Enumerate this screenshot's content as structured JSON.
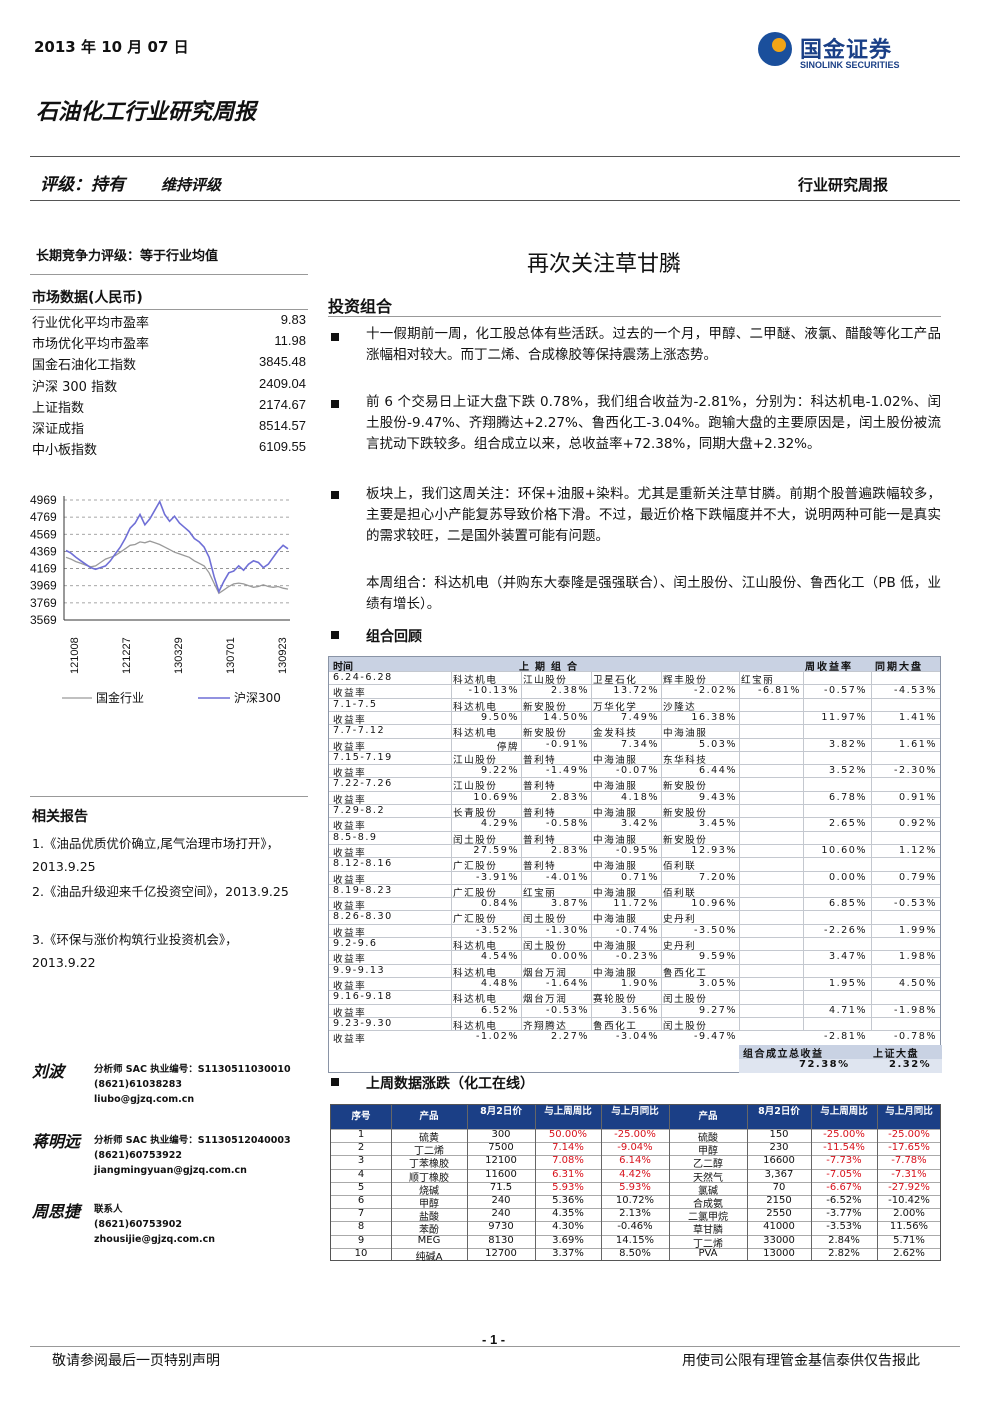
{
  "header": {
    "date": "2013 年 10 月 07 日",
    "logo_cn": "国金证券",
    "logo_en": "SINOLINK SECURITIES",
    "report_title": "石油化工行业研究周报",
    "rating_label": "评级：持有",
    "rating_action": "维持评级",
    "report_type": "行业研究周报"
  },
  "left": {
    "long_term": "长期竞争力评级：等于行业均值",
    "market_title": "市场数据(人民币)",
    "market": [
      {
        "name": "行业优化平均市盈率",
        "value": "9.83"
      },
      {
        "name": "市场优化平均市盈率",
        "value": "11.98"
      },
      {
        "name": "国金石油化工指数",
        "value": "3845.48"
      },
      {
        "name": "沪深 300 指数",
        "value": "2409.04"
      },
      {
        "name": "上证指数",
        "value": "2174.67"
      },
      {
        "name": "深证成指",
        "value": "8514.57"
      },
      {
        "name": "中小板指数",
        "value": "6109.55"
      }
    ],
    "related_title": "相关报告",
    "related": [
      "1.《油品优质优价确立,尾气治理市场打开》，2013.9.25",
      "2.《油品升级迎来千亿投资空间》，2013.9.25",
      "3.《环保与涨价构筑行业投资机会》，2013.9.22"
    ],
    "analysts": [
      {
        "name": "刘波",
        "line1": "分析师 SAC 执业编号：S1130511030010",
        "line2": "(8621)61038283",
        "line3": "liubo@gjzq.com.cn"
      },
      {
        "name": "蒋明远",
        "line1": "分析师 SAC 执业编号：S1130512040003",
        "line2": "(8621)60753922",
        "line3": "jiangmingyuan@gjzq.com.cn"
      },
      {
        "name": "周思捷",
        "line1": "联系人",
        "line2": "(8621)60753902",
        "line3": "zhousijie@gjzq.com.cn"
      }
    ]
  },
  "chart_data": {
    "type": "line",
    "ylim": [
      3569,
      4969
    ],
    "yticks": [
      "4969",
      "4769",
      "4569",
      "4369",
      "4169",
      "3969",
      "3769",
      "3569"
    ],
    "xticks": [
      "121008",
      "121227",
      "130329",
      "130701",
      "130923"
    ],
    "series": [
      {
        "name": "国金行业",
        "color": "#9a9a9a",
        "values": [
          4300,
          4280,
          4250,
          4230,
          4210,
          4190,
          4200,
          4240,
          4280,
          4300,
          4320,
          4360,
          4400,
          4440,
          4450,
          4480,
          4470,
          4490,
          4470,
          4450,
          4420,
          4390,
          4360,
          4340,
          4320,
          4300,
          4260,
          4230,
          4200,
          4120,
          4000,
          3880,
          3920,
          3960,
          3990,
          4000,
          3990,
          3970,
          3950,
          3960,
          3980,
          3960,
          3950,
          3960,
          3940,
          3930
        ]
      },
      {
        "name": "沪深300",
        "color": "#6f6fd6",
        "values": [
          4380,
          4350,
          4300,
          4260,
          4220,
          4180,
          4160,
          4180,
          4200,
          4260,
          4340,
          4420,
          4520,
          4640,
          4700,
          4800,
          4680,
          4750,
          4850,
          4950,
          4800,
          4720,
          4780,
          4700,
          4650,
          4600,
          4520,
          4480,
          4420,
          4300,
          4080,
          3900,
          4020,
          4120,
          4140,
          4200,
          4150,
          4220,
          4260,
          4240,
          4180,
          4220,
          4300,
          4380,
          4440,
          4400
        ]
      }
    ]
  },
  "main": {
    "title": "再次关注草甘膦",
    "portfolio_heading": "投资组合",
    "paras": [
      "十一假期前一周，化工股总体有些活跃。过去的一个月，甲醇、二甲醚、液氯、醋酸等化工产品涨幅相对较大。而丁二烯、合成橡胶等保持震荡上涨态势。",
      "前 6 个交易日上证大盘下跌 0.78%，我们组合收益为-2.81%，分别为：科达机电-1.02%、闰土股份-9.47%、齐翔腾达+2.27%、鲁西化工-3.04%。跑输大盘的主要原因是，闰土股份被流言扰动下跌较多。组合成立以来，总收益率+72.38%，同期大盘+2.32%。",
      "板块上，我们这周关注：环保+油服+染料。尤其是重新关注草甘膦。前期个股普遍跌幅较多，主要是担心小产能复苏导致价格下滑。不过，最近价格下跌幅度并不大，说明两种可能一是真实的需求较旺，二是国外装置可能有问题。",
      "本周组合：科达机电（并购东大泰隆是强强联合）、闰土股份、江山股份、鲁西化工（PB 低，业绩有增长）。"
    ],
    "review_heading": "组合回顾",
    "updown_heading": "上周数据涨跌（化工在线）"
  },
  "review_table": {
    "headers": {
      "time": "时间",
      "last": "上期组合",
      "weekly": "周收益率",
      "market": "同期大盘"
    },
    "rows": [
      {
        "a": "6.24-6.28",
        "b": [
          "科达机电",
          "江山股份",
          "卫星石化",
          "辉丰股份",
          "红宝丽"
        ],
        "w": "",
        "m": ""
      },
      {
        "a": "收益率",
        "b": [
          "-10.13%",
          "2.38%",
          "13.72%",
          "-2.02%",
          "-6.81%"
        ],
        "w": "-0.57%",
        "m": "-4.53%"
      },
      {
        "a": "7.1-7.5",
        "b": [
          "科达机电",
          "新安股份",
          "万华化学",
          "沙隆达",
          ""
        ],
        "w": "",
        "m": ""
      },
      {
        "a": "收益率",
        "b": [
          "9.50%",
          "14.50%",
          "7.49%",
          "16.38%",
          ""
        ],
        "w": "11.97%",
        "m": "1.41%"
      },
      {
        "a": "7.7-7.12",
        "b": [
          "科达机电",
          "新安股份",
          "金发科技",
          "中海油服",
          ""
        ],
        "w": "",
        "m": ""
      },
      {
        "a": "收益率",
        "b": [
          "停牌",
          "-0.91%",
          "7.34%",
          "5.03%",
          ""
        ],
        "w": "3.82%",
        "m": "1.61%"
      },
      {
        "a": "7.15-7.19",
        "b": [
          "江山股份",
          "普利特",
          "中海油服",
          "东华科技",
          ""
        ],
        "w": "",
        "m": ""
      },
      {
        "a": "收益率",
        "b": [
          "9.22%",
          "-1.49%",
          "-0.07%",
          "6.44%",
          ""
        ],
        "w": "3.52%",
        "m": "-2.30%"
      },
      {
        "a": "7.22-7.26",
        "b": [
          "江山股份",
          "普利特",
          "中海油服",
          "新安股份",
          ""
        ],
        "w": "",
        "m": ""
      },
      {
        "a": "收益率",
        "b": [
          "10.69%",
          "2.83%",
          "4.18%",
          "9.43%",
          ""
        ],
        "w": "6.78%",
        "m": "0.91%"
      },
      {
        "a": "7.29-8.2",
        "b": [
          "长青股份",
          "普利特",
          "中海油服",
          "新安股份",
          ""
        ],
        "w": "",
        "m": ""
      },
      {
        "a": "收益率",
        "b": [
          "4.29%",
          "-0.58%",
          "3.42%",
          "3.45%",
          ""
        ],
        "w": "2.65%",
        "m": "0.92%"
      },
      {
        "a": "8.5-8.9",
        "b": [
          "闰土股份",
          "普利特",
          "中海油服",
          "新安股份",
          ""
        ],
        "w": "",
        "m": ""
      },
      {
        "a": "收益率",
        "b": [
          "27.59%",
          "2.83%",
          "-0.95%",
          "12.93%",
          ""
        ],
        "w": "10.60%",
        "m": "1.12%"
      },
      {
        "a": "8.12-8.16",
        "b": [
          "广汇股份",
          "普利特",
          "中海油服",
          "佰利联",
          ""
        ],
        "w": "",
        "m": ""
      },
      {
        "a": "收益率",
        "b": [
          "-3.91%",
          "-4.01%",
          "0.71%",
          "7.20%",
          ""
        ],
        "w": "0.00%",
        "m": "0.79%"
      },
      {
        "a": "8.19-8.23",
        "b": [
          "广汇股份",
          "红宝丽",
          "中海油服",
          "佰利联",
          ""
        ],
        "w": "",
        "m": ""
      },
      {
        "a": "收益率",
        "b": [
          "0.84%",
          "3.87%",
          "11.72%",
          "10.96%",
          ""
        ],
        "w": "6.85%",
        "m": "-0.53%"
      },
      {
        "a": "8.26-8.30",
        "b": [
          "广汇股份",
          "闰土股份",
          "中海油服",
          "史丹利",
          ""
        ],
        "w": "",
        "m": ""
      },
      {
        "a": "收益率",
        "b": [
          "-3.52%",
          "-1.30%",
          "-0.74%",
          "-3.50%",
          ""
        ],
        "w": "-2.26%",
        "m": "1.99%"
      },
      {
        "a": "9.2-9.6",
        "b": [
          "科达机电",
          "闰土股份",
          "中海油服",
          "史丹利",
          ""
        ],
        "w": "",
        "m": ""
      },
      {
        "a": "收益率",
        "b": [
          "4.54%",
          "0.00%",
          "-0.23%",
          "9.59%",
          ""
        ],
        "w": "3.47%",
        "m": "1.98%"
      },
      {
        "a": "9.9-9.13",
        "b": [
          "科达机电",
          "烟台万润",
          "中海油服",
          "鲁西化工",
          ""
        ],
        "w": "",
        "m": ""
      },
      {
        "a": "收益率",
        "b": [
          "4.48%",
          "-1.64%",
          "1.90%",
          "3.05%",
          ""
        ],
        "w": "1.95%",
        "m": "4.50%"
      },
      {
        "a": "9.16-9.18",
        "b": [
          "科达机电",
          "烟台万润",
          "赛轮股份",
          "闰土股份",
          ""
        ],
        "w": "",
        "m": ""
      },
      {
        "a": "收益率",
        "b": [
          "6.52%",
          "-0.53%",
          "3.56%",
          "9.27%",
          ""
        ],
        "w": "4.71%",
        "m": "-1.98%"
      },
      {
        "a": "9.23-9.30",
        "b": [
          "科达机电",
          "齐翔腾达",
          "鲁西化工",
          "闰土股份",
          ""
        ],
        "w": "",
        "m": ""
      },
      {
        "a": "收益率",
        "b": [
          "-1.02%",
          "2.27%",
          "-3.04%",
          "-9.47%",
          ""
        ],
        "w": "-2.81%",
        "m": "-0.78%"
      }
    ],
    "foot_label1": "组合成立总收益",
    "foot_label2": "上证大盘",
    "foot_val1": "72.38%",
    "foot_val2": "2.32%"
  },
  "updown_table": {
    "headers": [
      "序号",
      "产品",
      "8月2日价",
      "与上周周比",
      "与上月同比",
      "产品",
      "8月2日价",
      "与上周周比",
      "与上月同比"
    ],
    "rows": [
      [
        "1",
        "硫黄",
        "300",
        "50.00%",
        "-25.00%",
        "硫酸",
        "150",
        "-25.00%",
        "-25.00%"
      ],
      [
        "2",
        "丁二烯",
        "7500",
        "7.14%",
        "-9.04%",
        "甲醇",
        "230",
        "-11.54%",
        "-17.65%"
      ],
      [
        "3",
        "丁苯橡胶",
        "12100",
        "7.08%",
        "6.14%",
        "乙二醇",
        "16600",
        "-7.73%",
        "-7.78%"
      ],
      [
        "4",
        "顺丁橡胶",
        "11600",
        "6.31%",
        "4.42%",
        "天然气",
        "3,367",
        "-7.05%",
        "-7.31%"
      ],
      [
        "5",
        "烧碱",
        "71.5",
        "5.93%",
        "5.93%",
        "氯碱",
        "70",
        "-6.67%",
        "-27.92%"
      ],
      [
        "6",
        "甲醇",
        "240",
        "5.36%",
        "10.72%",
        "合成氨",
        "2150",
        "-6.52%",
        "-10.42%"
      ],
      [
        "7",
        "盐酸",
        "240",
        "4.35%",
        "2.13%",
        "二氯甲烷",
        "2550",
        "-3.77%",
        "2.00%"
      ],
      [
        "8",
        "苯酚",
        "9730",
        "4.30%",
        "-0.46%",
        "草甘膦",
        "41000",
        "-3.53%",
        "11.56%"
      ],
      [
        "9",
        "MEG",
        "8130",
        "3.69%",
        "14.15%",
        "丁二烯",
        "33000",
        "2.84%",
        "5.71%"
      ],
      [
        "10",
        "纯碱A",
        "12700",
        "3.37%",
        "8.50%",
        "PVA",
        "13000",
        "2.82%",
        "2.62%"
      ]
    ]
  },
  "footer": {
    "page": "- 1 -",
    "left": "敬请参阅最后一页特别声明",
    "right": "用使司公限有理管金基信泰供仅告报此"
  }
}
